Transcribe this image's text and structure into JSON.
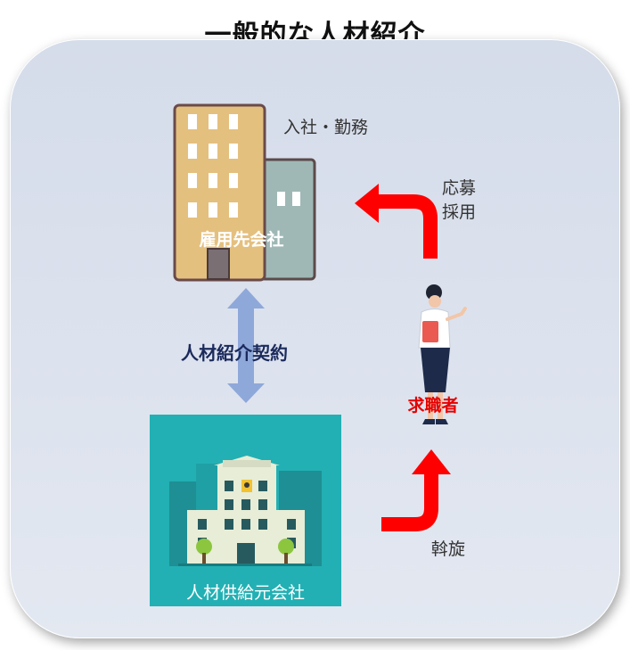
{
  "title": "一般的な人材紹介",
  "employer": {
    "name": "雇用先会社",
    "note": "入社・勤務"
  },
  "contract": "人材紹介契約",
  "apply": {
    "line1": "応募",
    "line2": "採用"
  },
  "jobseeker": "求職者",
  "agency": {
    "name": "人材供給元会社",
    "note": "斡旋"
  },
  "colors": {
    "arrow_red": "#ff0000",
    "contract_arrow": "#8fa8da",
    "agency_bg": "#22b0b4",
    "jobseeker_label": "#e60000"
  }
}
